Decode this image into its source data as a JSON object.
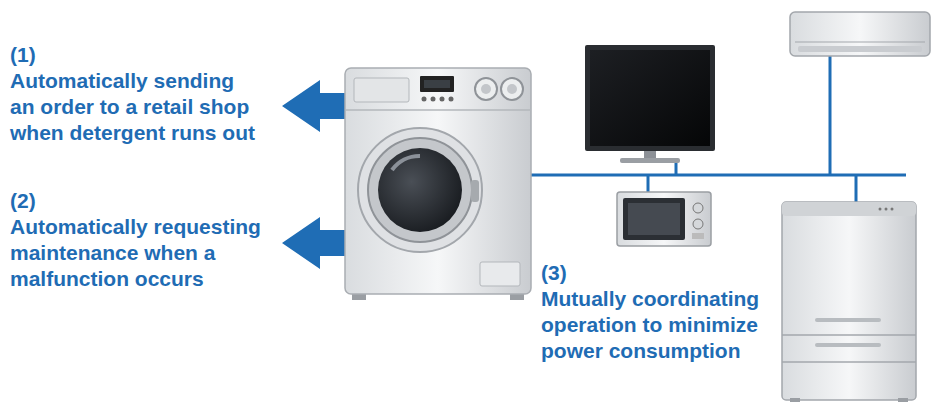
{
  "diagram": {
    "labels": [
      "(1)",
      "Automatically sending an order to a retail shop when detergent runs out",
      "(2)",
      "Automatically requesting maintenance when a malfunction occurs",
      "(3)",
      "Mutually coordinating operation to minimize power consumption"
    ]
  }
}
